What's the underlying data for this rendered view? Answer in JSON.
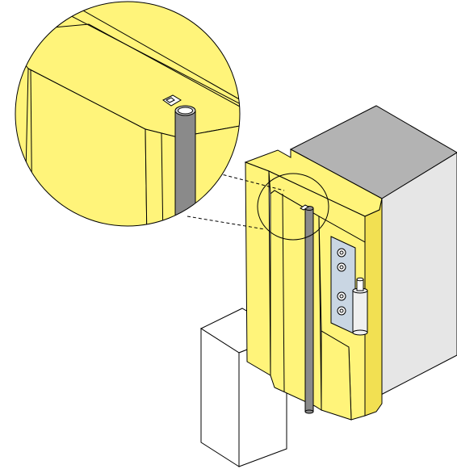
{
  "figure": {
    "kind": "technical-illustration",
    "subject": "door-hinge-with-gasket-rod",
    "colors": {
      "background": "#ffffff",
      "door_yellow": "#fff47a",
      "door_yellow_dark": "#f2e052",
      "cabinet_top": "#b3b3b3",
      "cabinet_side": "#e6e6e6",
      "rod": "#8a8a8a",
      "rod_dark": "#6f6f6f",
      "hinge_plate": "#c9d6e3",
      "outline": "#000000"
    },
    "callout": {
      "style": "dashed-leader-lines",
      "magnified_detail": "rod-top-with-clip"
    }
  }
}
